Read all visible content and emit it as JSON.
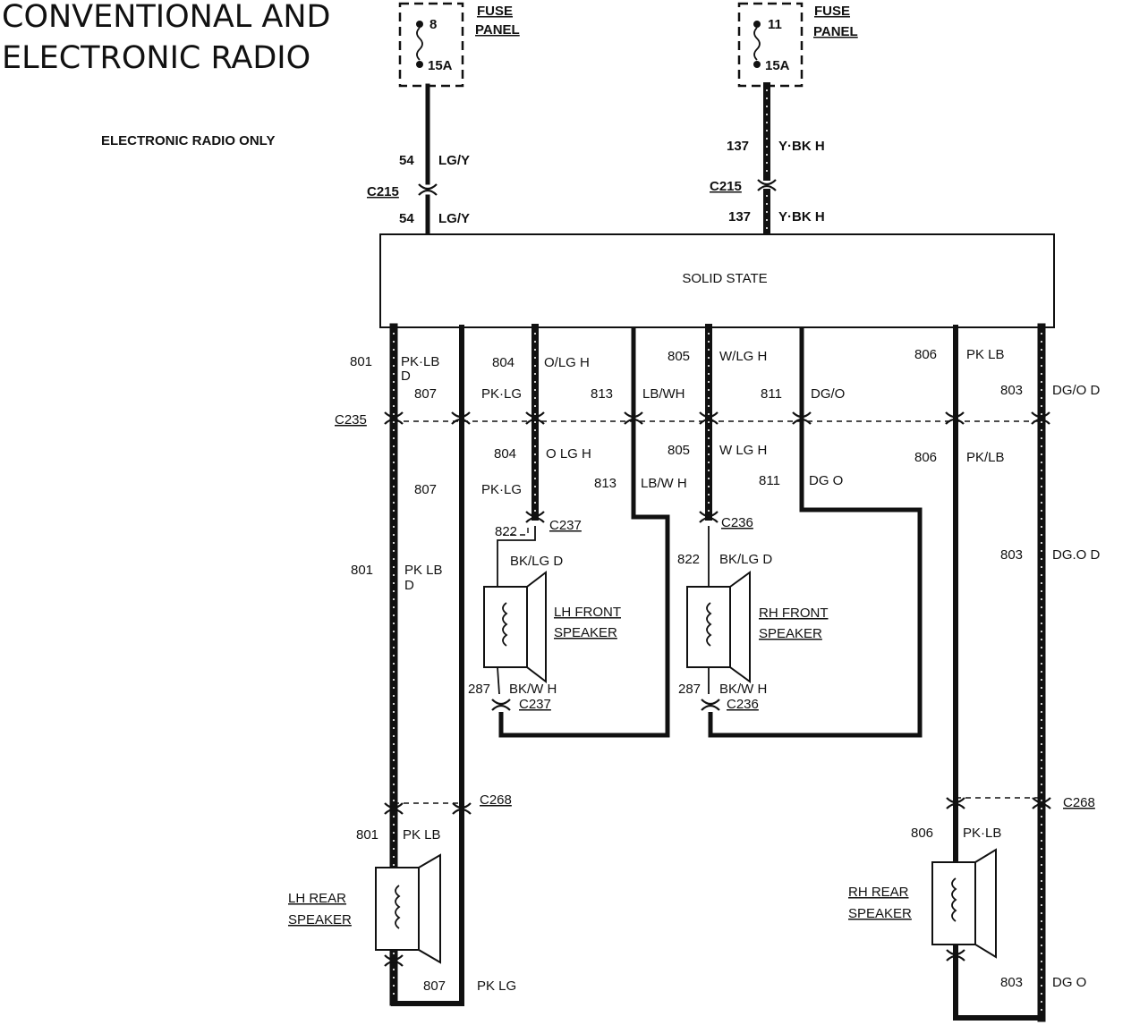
{
  "title": {
    "line1": "CONVENTIONAL AND",
    "line2": "ELECTRONIC RADIO"
  },
  "note": "ELECTRONIC RADIO ONLY",
  "module": "SOLID STATE",
  "fuses": [
    {
      "number": "8",
      "rating": "15A",
      "label1": "FUSE",
      "label2": "PANEL"
    },
    {
      "number": "11",
      "rating": "15A",
      "label1": "FUSE",
      "label2": "PANEL"
    }
  ],
  "connectors": {
    "c215": "C215",
    "c235": "C235",
    "c236": "C236",
    "c237": "C237",
    "c268": "C268"
  },
  "speakers": {
    "lh_front": [
      "LH FRONT",
      "SPEAKER"
    ],
    "rh_front": [
      "RH FRONT",
      "SPEAKER"
    ],
    "lh_rear": [
      "LH REAR",
      "SPEAKER"
    ],
    "rh_rear": [
      "RH REAR",
      "SPEAKER"
    ]
  },
  "circuits": {
    "c54": "54",
    "c54_color": "LG/Y",
    "c137": "137",
    "c137_color": "Y·BK H",
    "c801": "801",
    "c801_color_a": "PK·LB",
    "c801_color_b": "D",
    "c801_color_c": "PK LB",
    "c801_color_d": "PK·LB",
    "c807": "807",
    "c807_color": "PK·LG",
    "c807_color_b": "PK LG",
    "c804": "804",
    "c804_color_a": "O/LG H",
    "c804_color_b": "O LG H",
    "c813": "813",
    "c813_color_a": "LB/WH",
    "c813_color_b": "LB/W H",
    "c805": "805",
    "c805_color_a": "W/LG H",
    "c805_color_b": "W LG H",
    "c811": "811",
    "c811_color_a": "DG/O",
    "c811_color_b": "DG O",
    "c806": "806",
    "c806_color_a": "PK LB",
    "c806_color_b": "PK/LB",
    "c806_color_c": "PK·LB",
    "c803": "803",
    "c803_color_a": "DG/O D",
    "c803_color_b": "DG.O D",
    "c803_color_c": "DG O",
    "c822": "822",
    "c822_color": "BK/LG D",
    "c287": "287",
    "c287_color": "BK/W H"
  },
  "colors": {
    "ink": "#111111",
    "paper": "#ffffff"
  }
}
